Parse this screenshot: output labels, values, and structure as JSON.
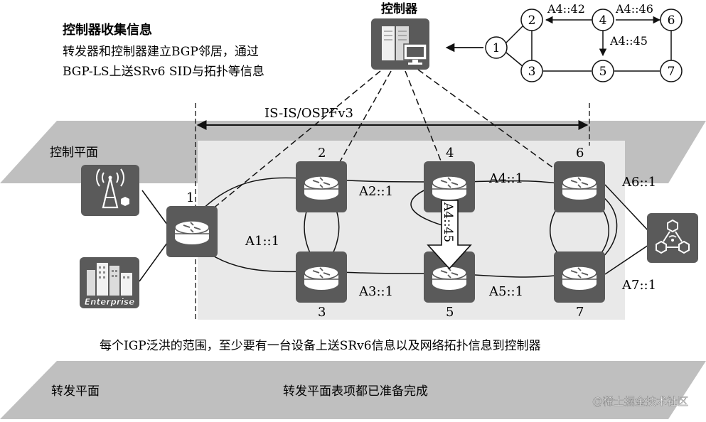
{
  "header": {
    "title": "控制器收集信息",
    "line1": "转发器和控制器建立BGP邻居，通过",
    "line2": "BGP-LS上送SRv6 SID与拓扑等信息"
  },
  "controller": {
    "label": "控制器"
  },
  "mini_topology": {
    "nodes": [
      "1",
      "2",
      "3",
      "4",
      "5",
      "6",
      "7"
    ],
    "labels": {
      "a4_42": "A4::42",
      "a4_46": "A4::46",
      "a4_45": "A4::45"
    }
  },
  "igp_label": "IS-IS/OSPFv3",
  "control_plane_label": "控制平面",
  "forwarding_plane_label": "转发平面",
  "forwarding_plane_text": "转发平面表项都已准备完成",
  "flood_caption": "每个IGP泛洪的范围，至少要有一台设备上送SRv6信息以及网络拓扑信息到控制器",
  "routers": [
    {
      "id": "1",
      "sid": "A1::1"
    },
    {
      "id": "2",
      "sid": "A2::1"
    },
    {
      "id": "3",
      "sid": "A3::1"
    },
    {
      "id": "4",
      "sid": "A4::1"
    },
    {
      "id": "5",
      "sid": "A5::1"
    },
    {
      "id": "6",
      "sid": "A6::1"
    },
    {
      "id": "7",
      "sid": "A7::1"
    }
  ],
  "link_sid": "A4::45",
  "enterprise_label": "Enterprise",
  "watermark": "@稀土掘金技术社区"
}
